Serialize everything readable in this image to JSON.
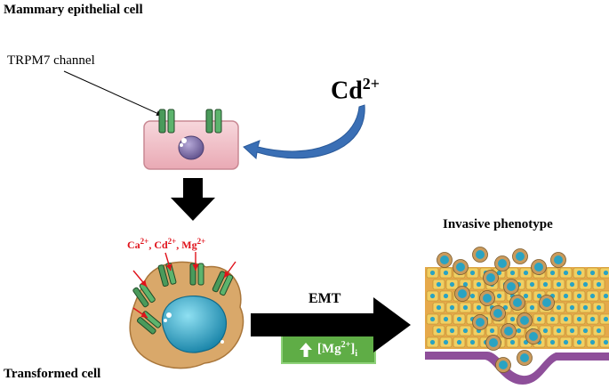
{
  "labels": {
    "mammary_cell": "Mammary epithelial cell",
    "trpm7": "TRPM7 channel",
    "cd_base": "Cd",
    "cd_sup": "2+",
    "ions": [
      "Ca",
      "2+",
      ", Cd",
      "2+",
      ", Mg",
      "2+"
    ],
    "invasive": "Invasive phenotype",
    "emt": "EMT",
    "mg_prefix": "[Mg",
    "mg_sup": "2+",
    "mg_close": "]",
    "mg_sub": "i",
    "transformed": "Transformed cell"
  },
  "colors": {
    "arrow": "#000000",
    "cd_curve": "#3a6fb5",
    "cell_pink": "#f3c8cf",
    "channel_green": "#4a9a5b",
    "nucleus_purple": "#7a6aa6",
    "ion_red": "#e0121b",
    "transformed_tan": "#d9a86a",
    "transformed_nucleus": "#2aa3c2",
    "mg_box": "#5fad46",
    "tissue_yellow": "#f1cf63",
    "tissue_membrane": "#8e4f9a"
  },
  "icons": [
    "up-arrow-icon"
  ]
}
